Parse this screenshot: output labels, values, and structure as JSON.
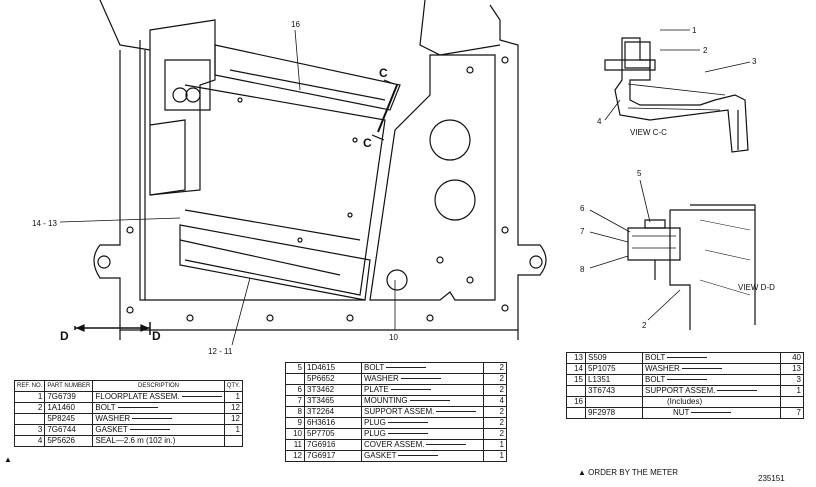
{
  "labels": {
    "c1": "16",
    "c2": "C",
    "c3": "C",
    "c4": "14 - 13",
    "c5": "10",
    "c6": "12 - 11",
    "c7": "D",
    "c8": "D"
  },
  "view_cc": {
    "title": "VIEW C-C",
    "callouts": [
      "1",
      "2",
      "3",
      "4"
    ]
  },
  "view_dd": {
    "title": "VIEW D-D",
    "callouts": [
      "5",
      "6",
      "7",
      "8",
      "2"
    ]
  },
  "table1": {
    "headers": [
      "REF. NO.",
      "PART NUMBER",
      "DESCRIPTION",
      "QTY."
    ],
    "rows": [
      {
        "ref": "1",
        "part": "7G6739",
        "desc": "FLOORPLATE ASSEM.",
        "qty": "1"
      },
      {
        "ref": "2",
        "part": "1A1460",
        "desc": "BOLT",
        "qty": "12"
      },
      {
        "ref": "",
        "part": "5P8245",
        "desc": "WASHER",
        "qty": "12"
      },
      {
        "ref": "3",
        "part": "7G6744",
        "desc": "GASKET",
        "qty": "1"
      },
      {
        "ref": "4",
        "part": "5P5626",
        "desc": "SEAL—2.6 m (102 in.)",
        "qty": ""
      }
    ]
  },
  "table2": {
    "rows": [
      {
        "ref": "5",
        "part": "1D4615",
        "desc": "BOLT",
        "qty": "2"
      },
      {
        "ref": "",
        "part": "5P6652",
        "desc": "WASHER",
        "qty": "2"
      },
      {
        "ref": "6",
        "part": "3T3462",
        "desc": "PLATE",
        "qty": "2"
      },
      {
        "ref": "7",
        "part": "3T3465",
        "desc": "MOUNTING",
        "qty": "4"
      },
      {
        "ref": "8",
        "part": "3T2264",
        "desc": "SUPPORT ASSEM.",
        "qty": "2"
      },
      {
        "ref": "9",
        "part": "6H3616",
        "desc": "PLUG",
        "qty": "2"
      },
      {
        "ref": "10",
        "part": "5P7705",
        "desc": "PLUG",
        "qty": "2"
      },
      {
        "ref": "11",
        "part": "7G6916",
        "desc": "COVER ASSEM.",
        "qty": "1"
      },
      {
        "ref": "12",
        "part": "7G6917",
        "desc": "GASKET",
        "qty": "1"
      }
    ]
  },
  "table3": {
    "rows": [
      {
        "ref": "13",
        "part": "S509",
        "desc": "BOLT",
        "qty": "40"
      },
      {
        "ref": "14",
        "part": "5P1075",
        "desc": "WASHER",
        "qty": "13"
      },
      {
        "ref": "15",
        "part": "L1351",
        "desc": "BOLT",
        "qty": "3"
      },
      {
        "ref": "",
        "part": "3T6743",
        "desc": "SUPPORT ASSEM.",
        "qty": "1"
      },
      {
        "ref": "16",
        "part": "",
        "desc": "(Includes)",
        "qty": ""
      },
      {
        "ref": "",
        "part": "9F2978",
        "desc": "NUT",
        "qty": "7"
      }
    ]
  },
  "footnote": "▲ ORDER BY THE METER",
  "drawing_number": "235151",
  "seal_mark": "▲"
}
